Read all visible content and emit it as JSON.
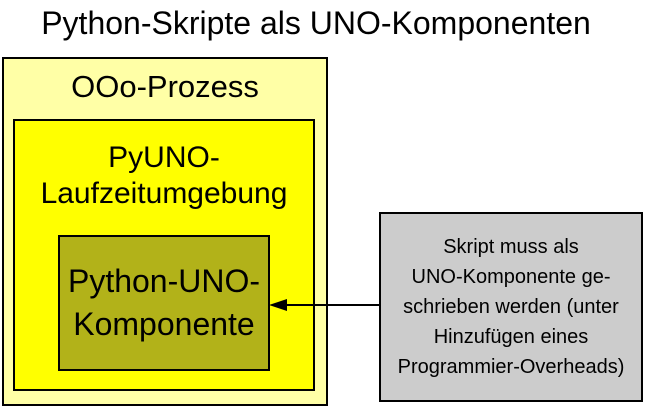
{
  "title": "Python-Skripte als UNO-Komponenten",
  "diagram": {
    "outer_box": {
      "label": "OOo-Prozess",
      "fill": "#FFFFA6"
    },
    "runtime_box": {
      "label_line1": "PyUNO-",
      "label_line2": "Laufzeitumgebung",
      "fill": "#FFFF00"
    },
    "component_box": {
      "label_line1": "Python-UNO-",
      "label_line2": "Komponente",
      "fill": "#B2B219"
    },
    "annotation_box": {
      "lines": [
        "Skript muss als",
        "UNO-Komponente ge-",
        "schrieben werden (unter",
        "Hinzufügen eines",
        "Programmier-Overheads)"
      ],
      "fill": "#CCCCCC"
    },
    "arrow": {
      "from": "annotation_box",
      "to": "component_box",
      "direction": "left",
      "color": "#000000"
    },
    "colors": {
      "border": "#000000",
      "background": "#FFFFFF",
      "text": "#000000"
    }
  }
}
